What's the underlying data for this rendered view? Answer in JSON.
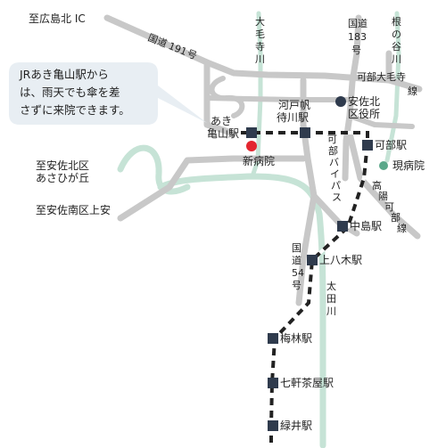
{
  "callout": {
    "lines": [
      "JRあき亀山駅から",
      "は、雨天でも傘を差",
      "さずに来院できます。"
    ]
  },
  "roads": {
    "to_hiroshima_kita_ic": "至広島北 IC",
    "route191_a": "国道",
    "route191_b": "191",
    "route191_c": "号",
    "route183_a": "国道",
    "route183_b": "183",
    "route183_c": "号",
    "kabe_ohkeji_a": "可部大毛寺",
    "kabe_ohkeji_b": "線",
    "to_asakita_1": "至安佐北区",
    "to_asakita_2": "あさひが丘",
    "to_asaminami": "至安佐南区上安",
    "kabe_bypass": [
      "可",
      "部",
      "バ",
      "イ",
      "パ",
      "ス"
    ],
    "koyo_renraku": [
      "高",
      "陽",
      "可",
      "部",
      "線"
    ],
    "route54_a": "国",
    "route54_b": "道",
    "route54_c": "54",
    "route54_d": "号"
  },
  "rivers": {
    "ohkeji": [
      "大",
      "毛",
      "寺",
      "川"
    ],
    "nenotani": [
      "根",
      "の",
      "谷",
      "川"
    ],
    "ota": [
      "太",
      "田",
      "川"
    ]
  },
  "stations": {
    "aki_kameyama_1": "あき",
    "aki_kameyama_2": "亀山駅",
    "kotohoma_1": "河戸帆",
    "kotohoma_2": "待川駅",
    "kabe": "可部駅",
    "nakajima": "中島駅",
    "kamiyagi": "上八木駅",
    "umebayashi": "梅林駅",
    "nanakenchaya": "七軒茶屋駅",
    "midorii": "緑井駅"
  },
  "landmarks": {
    "asakita_office_1": "安佐北",
    "asakita_office_2": "区役所",
    "shin_hospital": "新病院",
    "current_hospital": "現病院"
  },
  "colors": {
    "road": "#c8c8c8",
    "river": "#c6e3d6",
    "rail": "#222222",
    "station": "#2f3b4d",
    "new_hospital": "#e3262f",
    "current_hospital": "#5aa88a",
    "office": "#2f3b4d",
    "callout_bg": "#e8eef3"
  }
}
